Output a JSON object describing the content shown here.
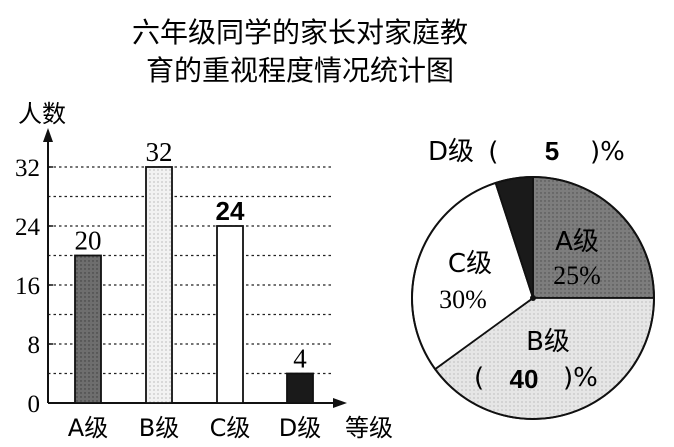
{
  "title": {
    "line1": "六年级同学的家长对家庭教",
    "line2": "育的重视程度情况统计图"
  },
  "chart_data": [
    {
      "type": "bar",
      "ylabel": "人数",
      "xlabel": "等级",
      "categories": [
        "A级",
        "B级",
        "C级",
        "D级"
      ],
      "values": [
        20,
        32,
        24,
        4
      ],
      "data_labels": [
        "20",
        "32",
        "24",
        "4"
      ],
      "yticks": [
        0,
        8,
        16,
        24,
        32
      ],
      "ylim": [
        0,
        36
      ],
      "gridlines": [
        4,
        8,
        12,
        16,
        20,
        24,
        28,
        32
      ],
      "grid": "dotted horizontal",
      "fills": [
        "hatched dark gray",
        "dotted light gray",
        "white",
        "black"
      ]
    },
    {
      "type": "pie",
      "slices": [
        {
          "label": "A级",
          "percent_text": "25%",
          "value": 25,
          "fill": "dark gray"
        },
        {
          "label": "B级",
          "prefix": "(",
          "answer": "40",
          "suffix": ")%",
          "value": 40,
          "fill": "light dotted gray"
        },
        {
          "label": "C级",
          "percent_text": "30%",
          "value": 30,
          "fill": "white"
        },
        {
          "label": "D级",
          "prefix": "(",
          "answer": "5",
          "suffix": ")%",
          "value": 5,
          "fill": "black"
        }
      ]
    }
  ],
  "colors": {
    "ink": "#111111",
    "a_fill": "#6e6e6e",
    "b_fill": "#ececec",
    "c_fill": "#ffffff",
    "d_fill": "#1a1a1a",
    "pie_a": "#7a7a7a",
    "pie_b": "#e3e3e3"
  }
}
